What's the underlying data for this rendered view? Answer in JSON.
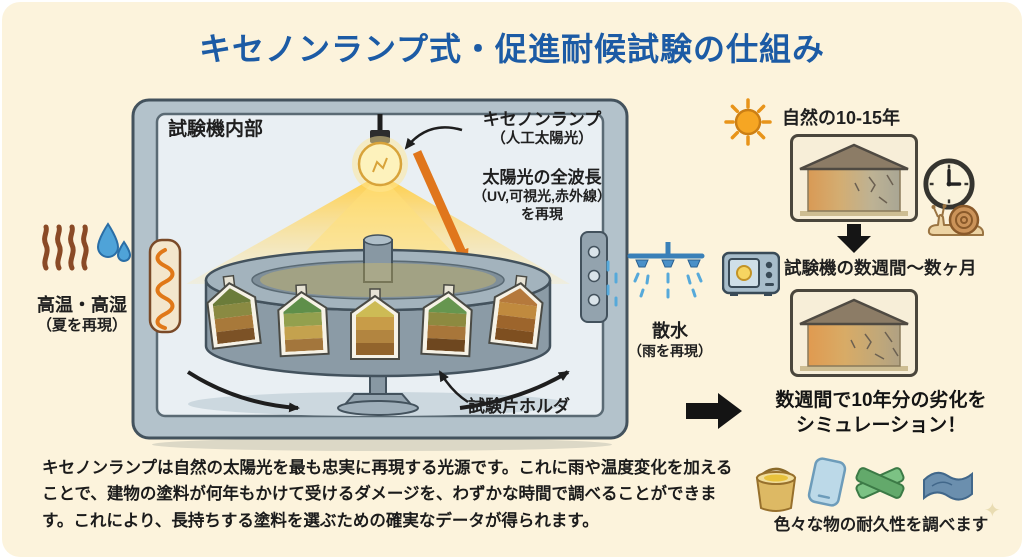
{
  "title": "キセノンランプ式・促進耐候試験の仕組み",
  "chamber": {
    "interior_label": "試験機内部",
    "lamp_label": "キセノンランプ",
    "lamp_sublabel": "（人工太陽光）",
    "wavelength_line1": "太陽光の全波長",
    "wavelength_line2": "（UV,可視光,赤外線）",
    "wavelength_line3": "を再現",
    "holder_label": "試験片ホルダ"
  },
  "environment": {
    "heat_label": "高温・高湿",
    "heat_sublabel": "（夏を再現）",
    "spray_label": "散水",
    "spray_sublabel": "（雨を再現）"
  },
  "comparison": {
    "natural_label": "自然の10-15年",
    "machine_label": "試験機の数週間〜数ヶ月",
    "result_line1": "数週間で10年分の劣化を",
    "result_line2": "シミュレーション！"
  },
  "footer": {
    "paragraph": "キセノンランプは自然の太陽光を最も忠実に再現する光源です。これに雨や温度変化を加えることで、建物の塗料が何年もかけて受けるダメージを、わずかな時間で調べることができます。これにより、長持ちする塗料を選ぶための確実なデータが得られます。",
    "durability_label": "色々な物の耐久性を調べます"
  },
  "colors": {
    "accent_blue": "#1c5ba5",
    "background": "#fcf3dc",
    "uv_arrow_orange": "#e0761c",
    "text_black": "#1b1b1b"
  }
}
